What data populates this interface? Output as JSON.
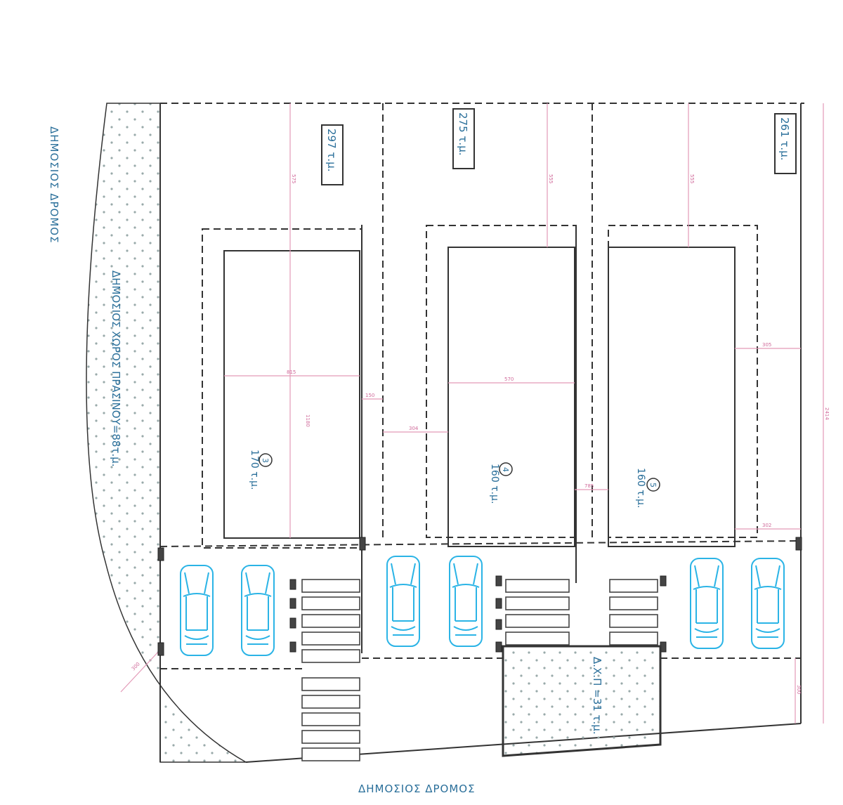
{
  "roads": {
    "left": "ΔΗΜΟΣΙΟΣ ΔΡΟΜΟΣ",
    "bottom": "ΔΗΜΟΣΙΟΣ ΔΡΟΜΟΣ"
  },
  "green_space": "ΔΗΜΟΣΙΟΣ ΧΩΡΟΣ  ΠΡΑΣΙΝΟΥ=88τ.μ.",
  "public_space": "Δ.Χ.Π =31 τ.μ.",
  "plots": [
    {
      "area": "297 τ.μ.",
      "number": "3",
      "building_area": "170 τ.μ."
    },
    {
      "area": "275 τ.μ.",
      "number": "4",
      "building_area": "160 τ.μ."
    },
    {
      "area": "261 τ.μ.",
      "number": "5",
      "building_area": "160 τ.μ."
    }
  ],
  "dimensions": {
    "d1": "815",
    "d2": "1180",
    "d3": "150",
    "d4": "304",
    "d5": "570",
    "d6": "785",
    "d7": "305",
    "d8": "302",
    "d9": "575",
    "d10": "555",
    "d11": "555",
    "d12": "2414",
    "d13": "300",
    "d14": "300"
  },
  "colors": {
    "label": "#2a6f9a",
    "dimension": "#e39ab8",
    "car": "#2bb4e6"
  }
}
